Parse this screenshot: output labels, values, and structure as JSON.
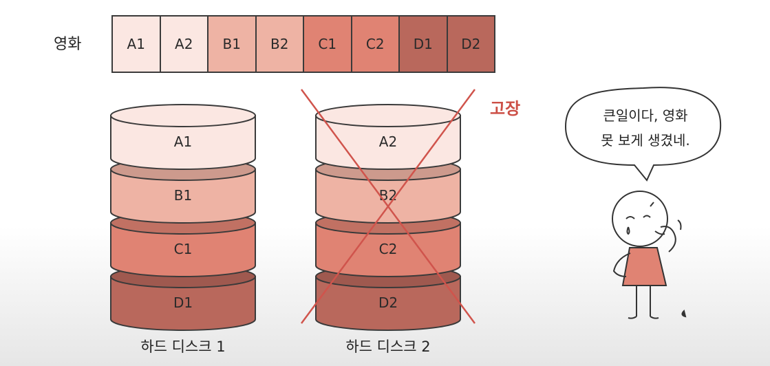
{
  "movie": {
    "label": "영화",
    "blocks": [
      {
        "name": "A1",
        "color": "#fbe7e2"
      },
      {
        "name": "A2",
        "color": "#fbe7e2"
      },
      {
        "name": "B1",
        "color": "#eeb3a4"
      },
      {
        "name": "B2",
        "color": "#eeb3a4"
      },
      {
        "name": "C1",
        "color": "#e08373"
      },
      {
        "name": "C2",
        "color": "#e08373"
      },
      {
        "name": "D1",
        "color": "#b9685c"
      },
      {
        "name": "D2",
        "color": "#b9685c"
      }
    ]
  },
  "disks": [
    {
      "label": "하드 디스크 1",
      "platters": [
        "A1",
        "B1",
        "C1",
        "D1"
      ],
      "failed": false
    },
    {
      "label": "하드 디스크 2",
      "platters": [
        "A2",
        "B2",
        "C2",
        "D2"
      ],
      "failed": true
    }
  ],
  "failure_label": "고장",
  "speech": {
    "line1": "큰일이다, 영화",
    "line2": "못 보게 생겼네."
  },
  "colors": {
    "a": "#fbe7e2",
    "b": "#eeb3a4",
    "c": "#e08373",
    "d": "#b9685c",
    "cross": "#d0544c",
    "outline": "#3a3a3a"
  }
}
